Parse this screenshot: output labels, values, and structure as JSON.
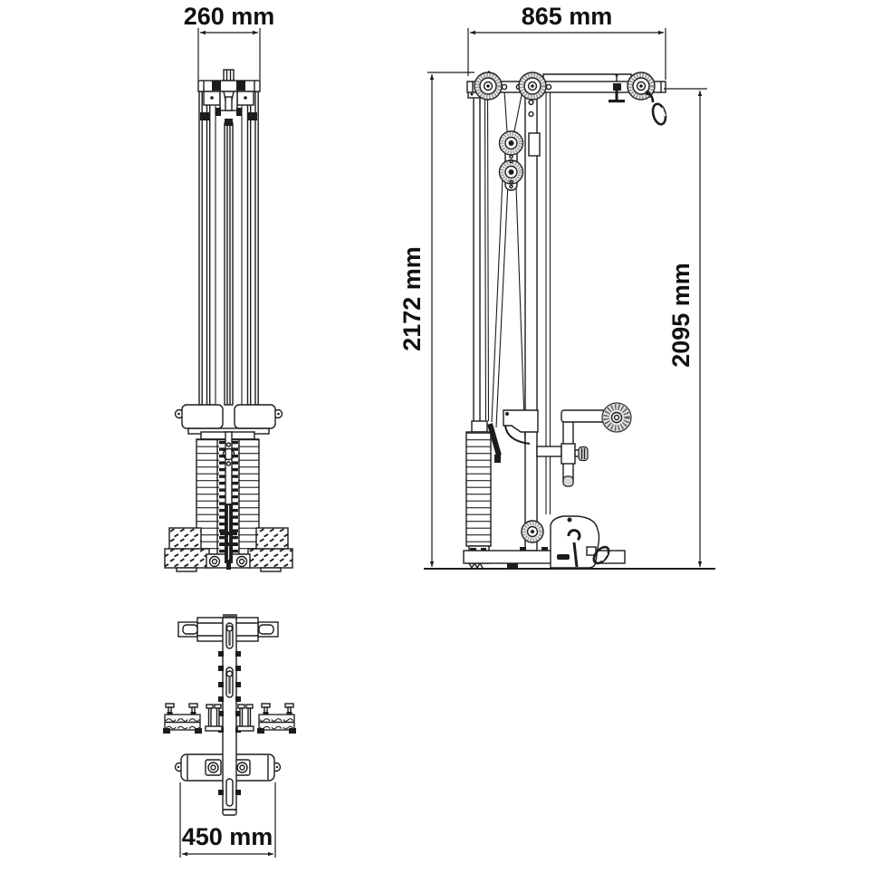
{
  "page": {
    "background_color": "#ffffff",
    "line_color": "#1c1c1c"
  },
  "views": {
    "front": {
      "dim_width": "260 mm"
    },
    "side": {
      "dim_width": "865 mm",
      "dim_height_overall": "2172 mm",
      "dim_height_frame": "2095 mm"
    },
    "top": {
      "dim_width": "450 mm"
    }
  }
}
